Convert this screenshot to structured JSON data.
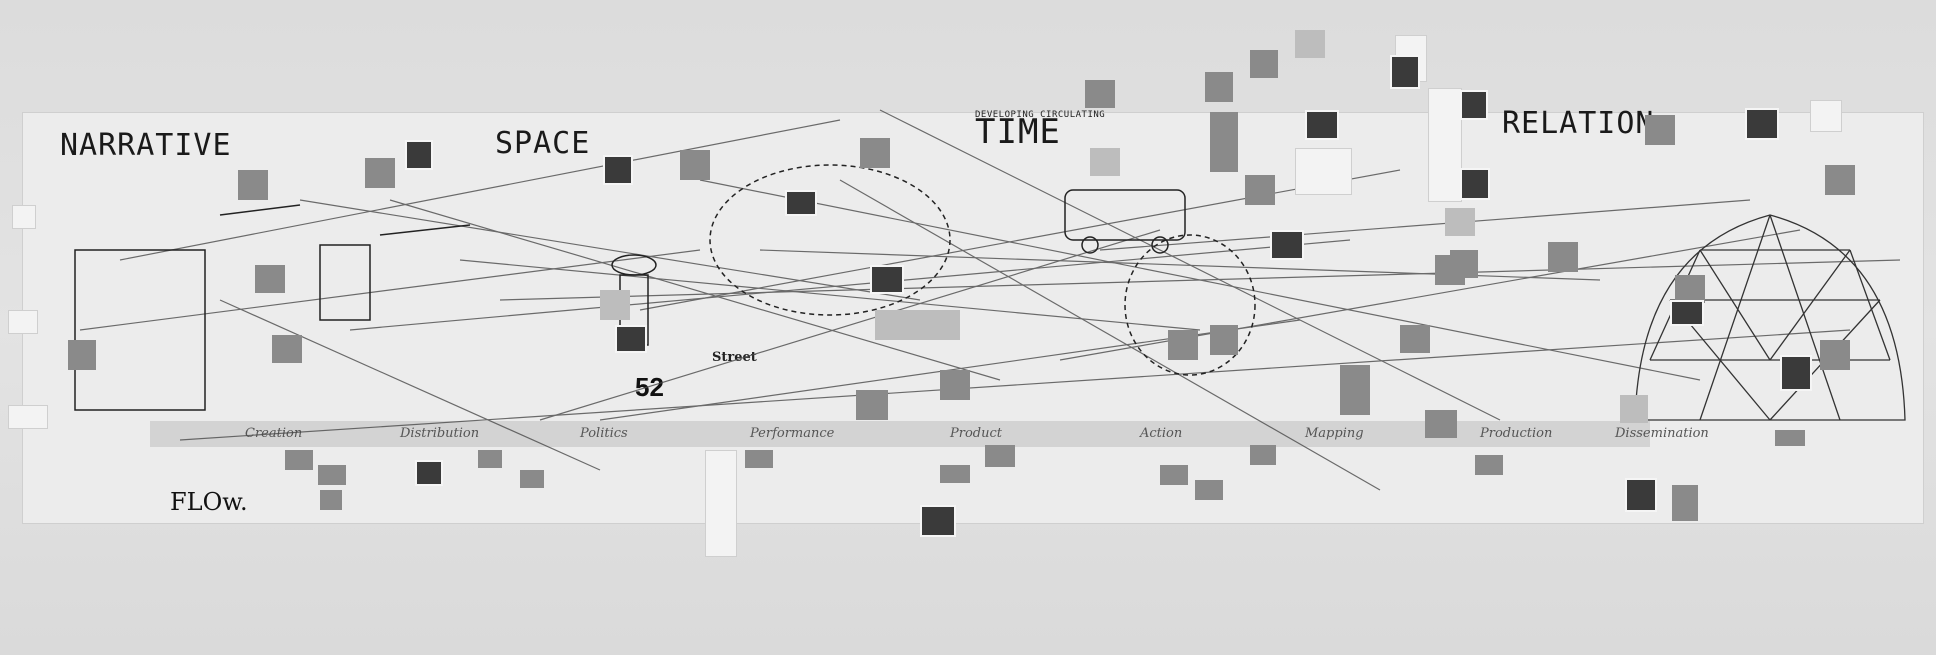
{
  "sections": {
    "narrative": "NARRATIVE",
    "space": "SPACE",
    "time": "TIME",
    "relation": "RELATION",
    "flow": "FLOw."
  },
  "small_heading": "DEVELOPING  CIRCULATING",
  "flow_stages": [
    "Creation",
    "Distribution",
    "Politics",
    "Performance",
    "Product",
    "Action",
    "Mapping",
    "Production",
    "Dissemination"
  ],
  "street_label": "52",
  "street_text": "Street"
}
